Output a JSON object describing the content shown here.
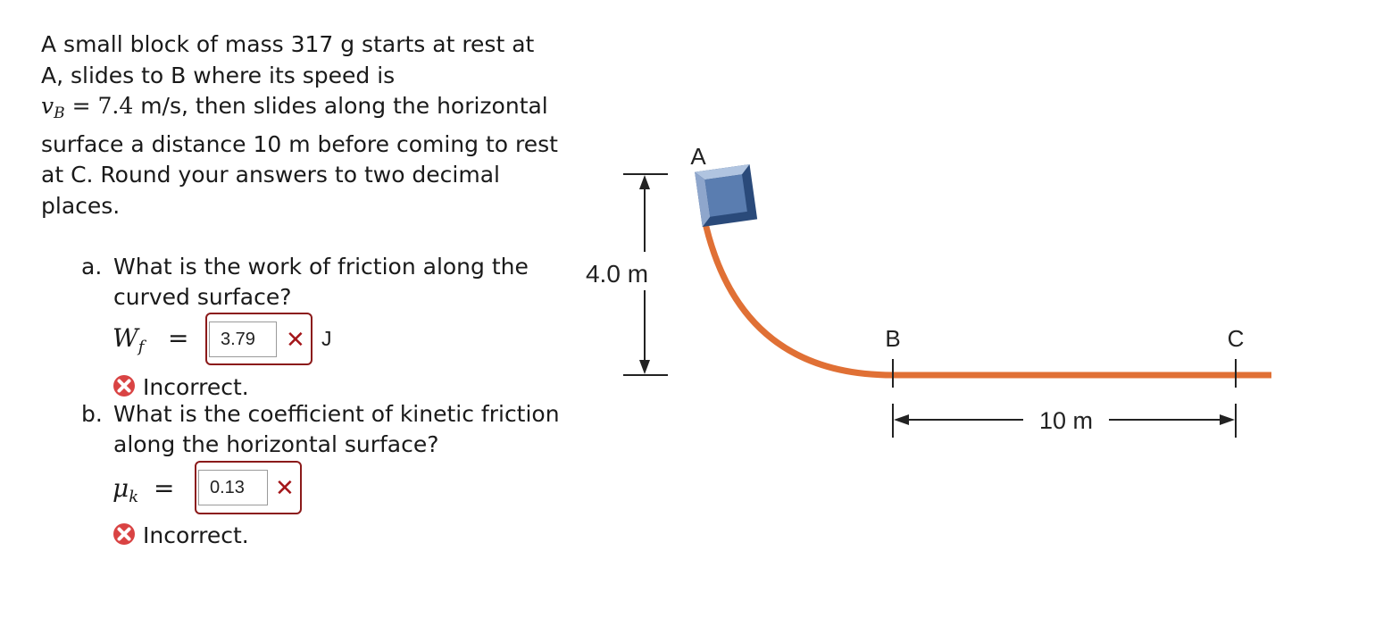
{
  "problem": {
    "intro": "A small block of mass 317 g starts at rest at A, slides to B where its speed is",
    "speed_symbol": "v",
    "speed_sub": "B",
    "speed_eq": "=",
    "speed_value": "7.4",
    "speed_unit": "m/s",
    "rest": ", then slides along the horizontal surface a distance 10 m before coming to rest at C. Round your answers to two decimal places."
  },
  "questions": [
    {
      "letter": "a.",
      "text": "What is the work of friction along the curved surface?",
      "symbol": "W",
      "symbol_sub": "f",
      "equals": "=",
      "answer": "3.79",
      "unit": "J",
      "status_mark": "✕",
      "feedback": "Incorrect."
    },
    {
      "letter": "b.",
      "text": "What is the coefficient of kinetic friction along the horizontal surface?",
      "symbol": "μ",
      "symbol_sub": "k",
      "equals": "=",
      "answer": "0.13",
      "unit": "",
      "status_mark": "✕",
      "feedback": "Incorrect."
    }
  ],
  "figure": {
    "point_a": "A",
    "point_b": "B",
    "point_c": "C",
    "height_label": "4.0 m",
    "distance_label": "10 m",
    "track_color": "#e07035",
    "block_color": "#2f5486"
  },
  "colors": {
    "error": "#a4161a",
    "error_border": "#8b1a1a"
  }
}
